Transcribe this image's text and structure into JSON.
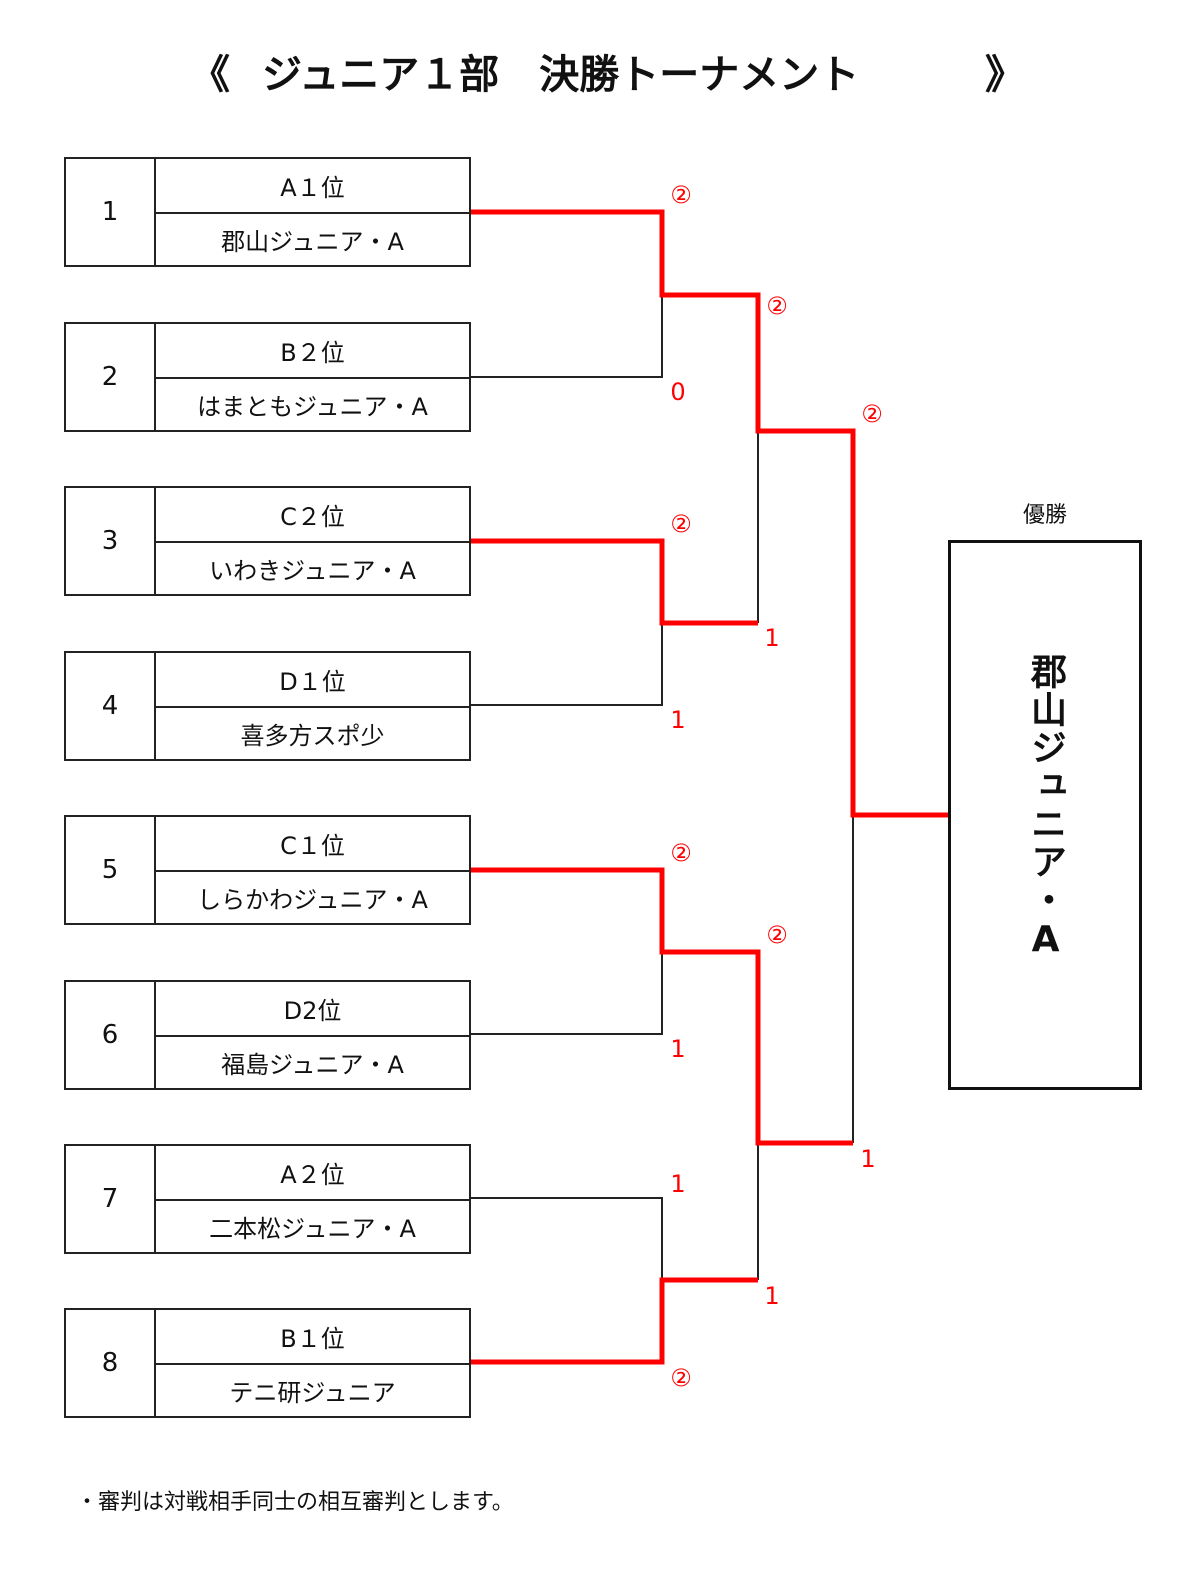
{
  "title": {
    "open": "《",
    "text": "ジュニア１部　決勝トーナメント",
    "close": "》"
  },
  "entries": [
    {
      "num": "1",
      "seed": "A１位",
      "team": "郡山ジュニア・A"
    },
    {
      "num": "2",
      "seed": "B２位",
      "team": "はまともジュニア・A"
    },
    {
      "num": "3",
      "seed": "C２位",
      "team": "いわきジュニア・A"
    },
    {
      "num": "4",
      "seed": "D１位",
      "team": "喜多方スポ少"
    },
    {
      "num": "5",
      "seed": "C１位",
      "team": "しらかわジュニア・A"
    },
    {
      "num": "6",
      "seed": "D2位",
      "team": "福島ジュニア・A"
    },
    {
      "num": "7",
      "seed": "A２位",
      "team": "二本松ジュニア・A"
    },
    {
      "num": "8",
      "seed": "B１位",
      "team": "テニ研ジュニア"
    }
  ],
  "scores": [
    "②",
    "0",
    "②",
    "1",
    "②",
    "1",
    "1",
    "②",
    "②",
    "1",
    "②",
    "1",
    "②",
    "1"
  ],
  "champion": {
    "label": "優勝",
    "name": "郡山ジュニア・A"
  },
  "note": "・審判は対戦相手同士の相互審判とします。",
  "colors": {
    "winner_line": "#ff0000",
    "line": "#222222"
  }
}
